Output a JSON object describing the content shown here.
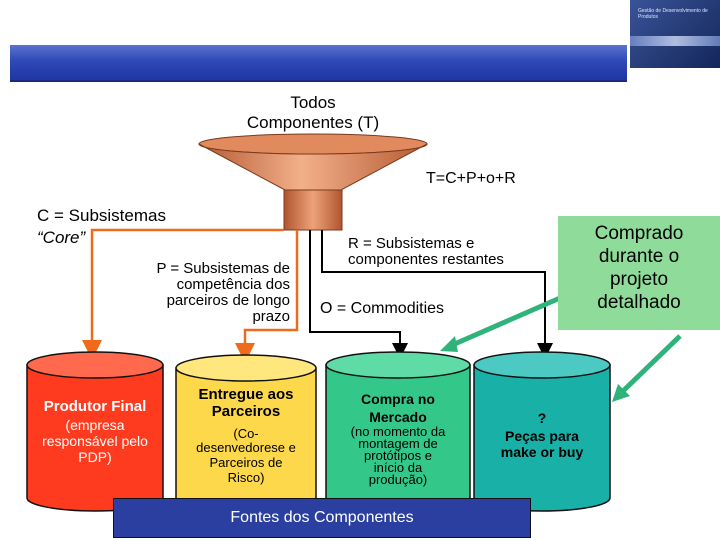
{
  "logo": {
    "text": "Gestão de Desenvolvimento de Produtos"
  },
  "funnel": {
    "top_label_line1": "Todos",
    "top_label_line2": "Componentes (T)",
    "formula": "T=C+P+o+R"
  },
  "labels": {
    "c_line1": "C = Subsistemas",
    "c_line2": "“Core”",
    "p_line1": "P = Subsistemas de",
    "p_line2": "competência dos",
    "p_line3": "parceiros de longo",
    "p_line4": "prazo",
    "r_line1": "R = Subsistemas e",
    "r_line2": "componentes restantes",
    "o_label": "O = Commodities"
  },
  "callout": {
    "line1": "Comprado",
    "line2": "durante o",
    "line3": "projeto",
    "line4": "detalhado"
  },
  "cylinders": [
    {
      "title": "Produtor Final",
      "lines": [
        "(empresa",
        "responsável pelo",
        "PDP)"
      ],
      "color": "#ff3b1f"
    },
    {
      "title_line1": "Entregue aos",
      "title_line2": "Parceiros",
      "lines": [
        "(Co-",
        "desenvedorese e",
        "Parceiros de",
        "Risco)"
      ],
      "color": "#fdd84a"
    },
    {
      "title_line1": "Compra no",
      "title_line2": "Mercado",
      "lines": [
        "(no momento da",
        "montagem de",
        "protótipos e",
        "início da",
        "produção)"
      ],
      "color": "#33c88a"
    },
    {
      "title": "?",
      "lines": [
        "Peças para",
        "make or buy"
      ],
      "color": "#19b0a8"
    }
  ],
  "footer": {
    "label": "Fontes dos Componentes"
  },
  "colors": {
    "accent_blue": "#2b3fa0",
    "arrow_green": "#2fb37a",
    "line_orange": "#f06a1c",
    "callout_green": "#8fdc9a"
  }
}
